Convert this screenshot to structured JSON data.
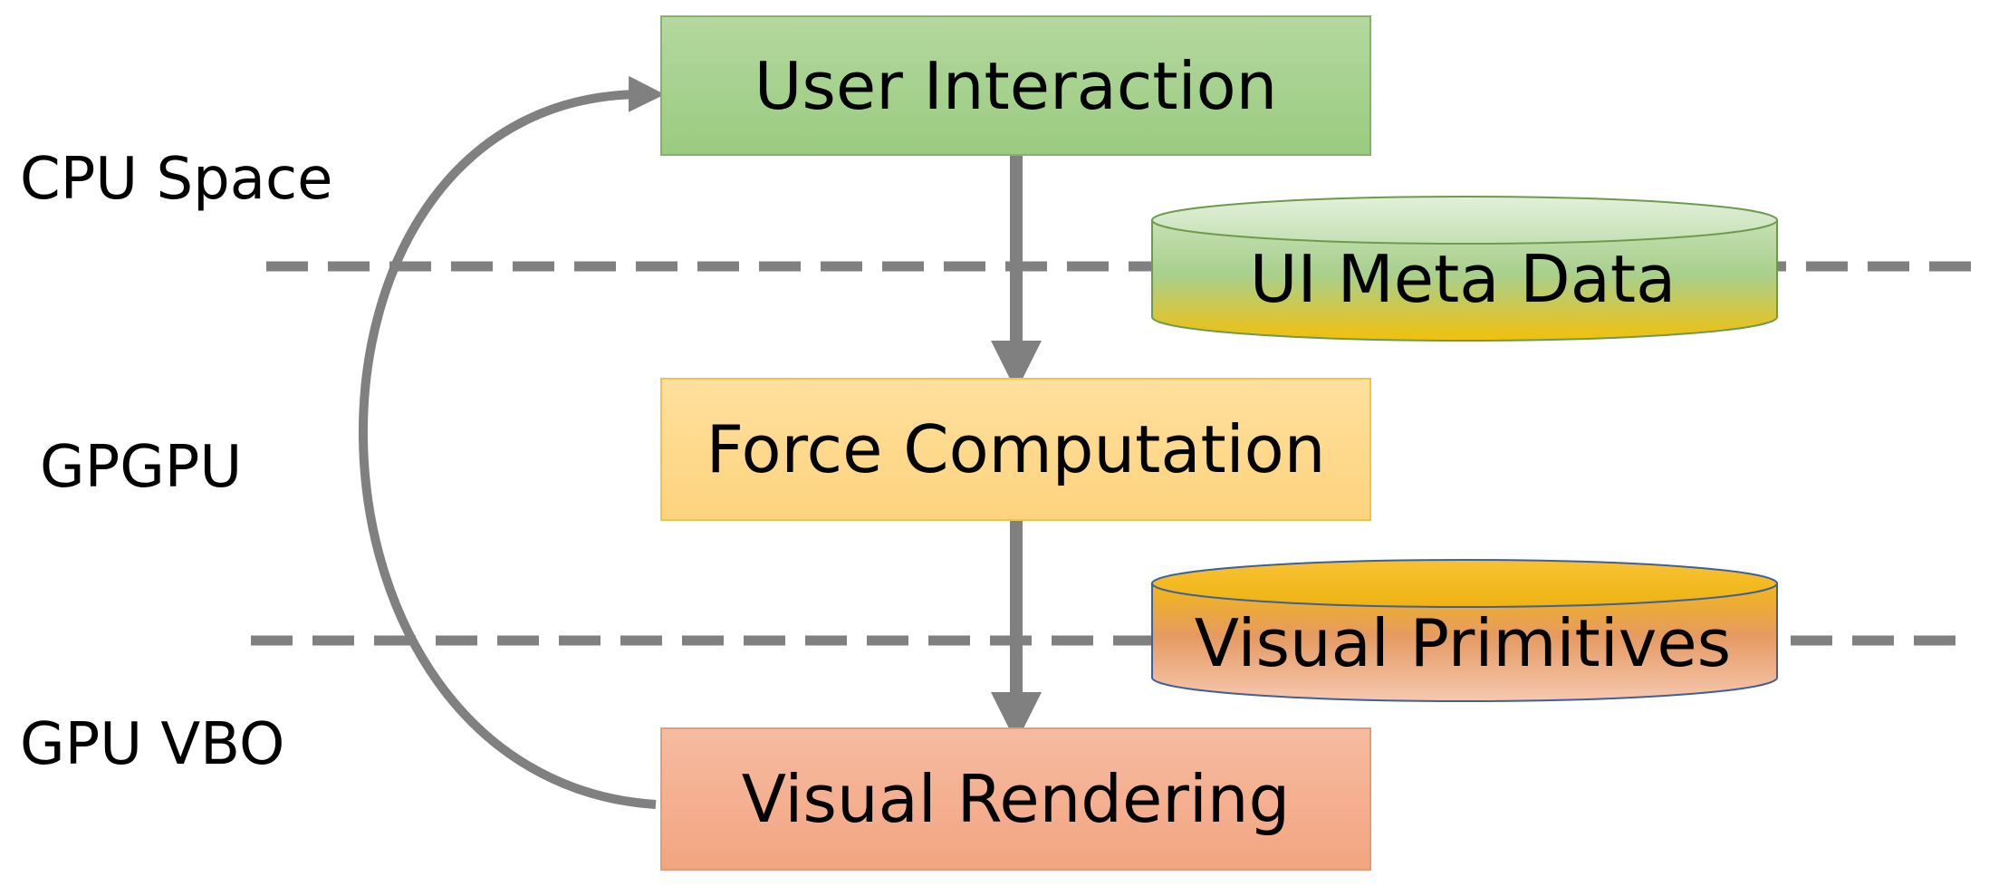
{
  "layers": {
    "cpu_space": "CPU Space",
    "gpgpu": "GPGPU",
    "gpu_vbo": "GPU VBO"
  },
  "boxes": {
    "user_interaction": "User Interaction",
    "force_computation": "Force Computation",
    "visual_rendering": "Visual Rendering"
  },
  "datastores": {
    "ui_meta_data": "UI Meta Data",
    "visual_primitives": "Visual Primitives"
  },
  "colors": {
    "arrow": "#808080",
    "divider": "#808080",
    "user_interaction_fill": "#a9d18e",
    "force_computation_fill": "#ffd880",
    "visual_rendering_fill": "#f4b183",
    "ui_meta_data_top": "#c5e0b4",
    "ui_meta_data_bottom": "#f2c00a",
    "visual_primitives_top": "#f2b716",
    "visual_primitives_bottom": "#f4bda2"
  }
}
